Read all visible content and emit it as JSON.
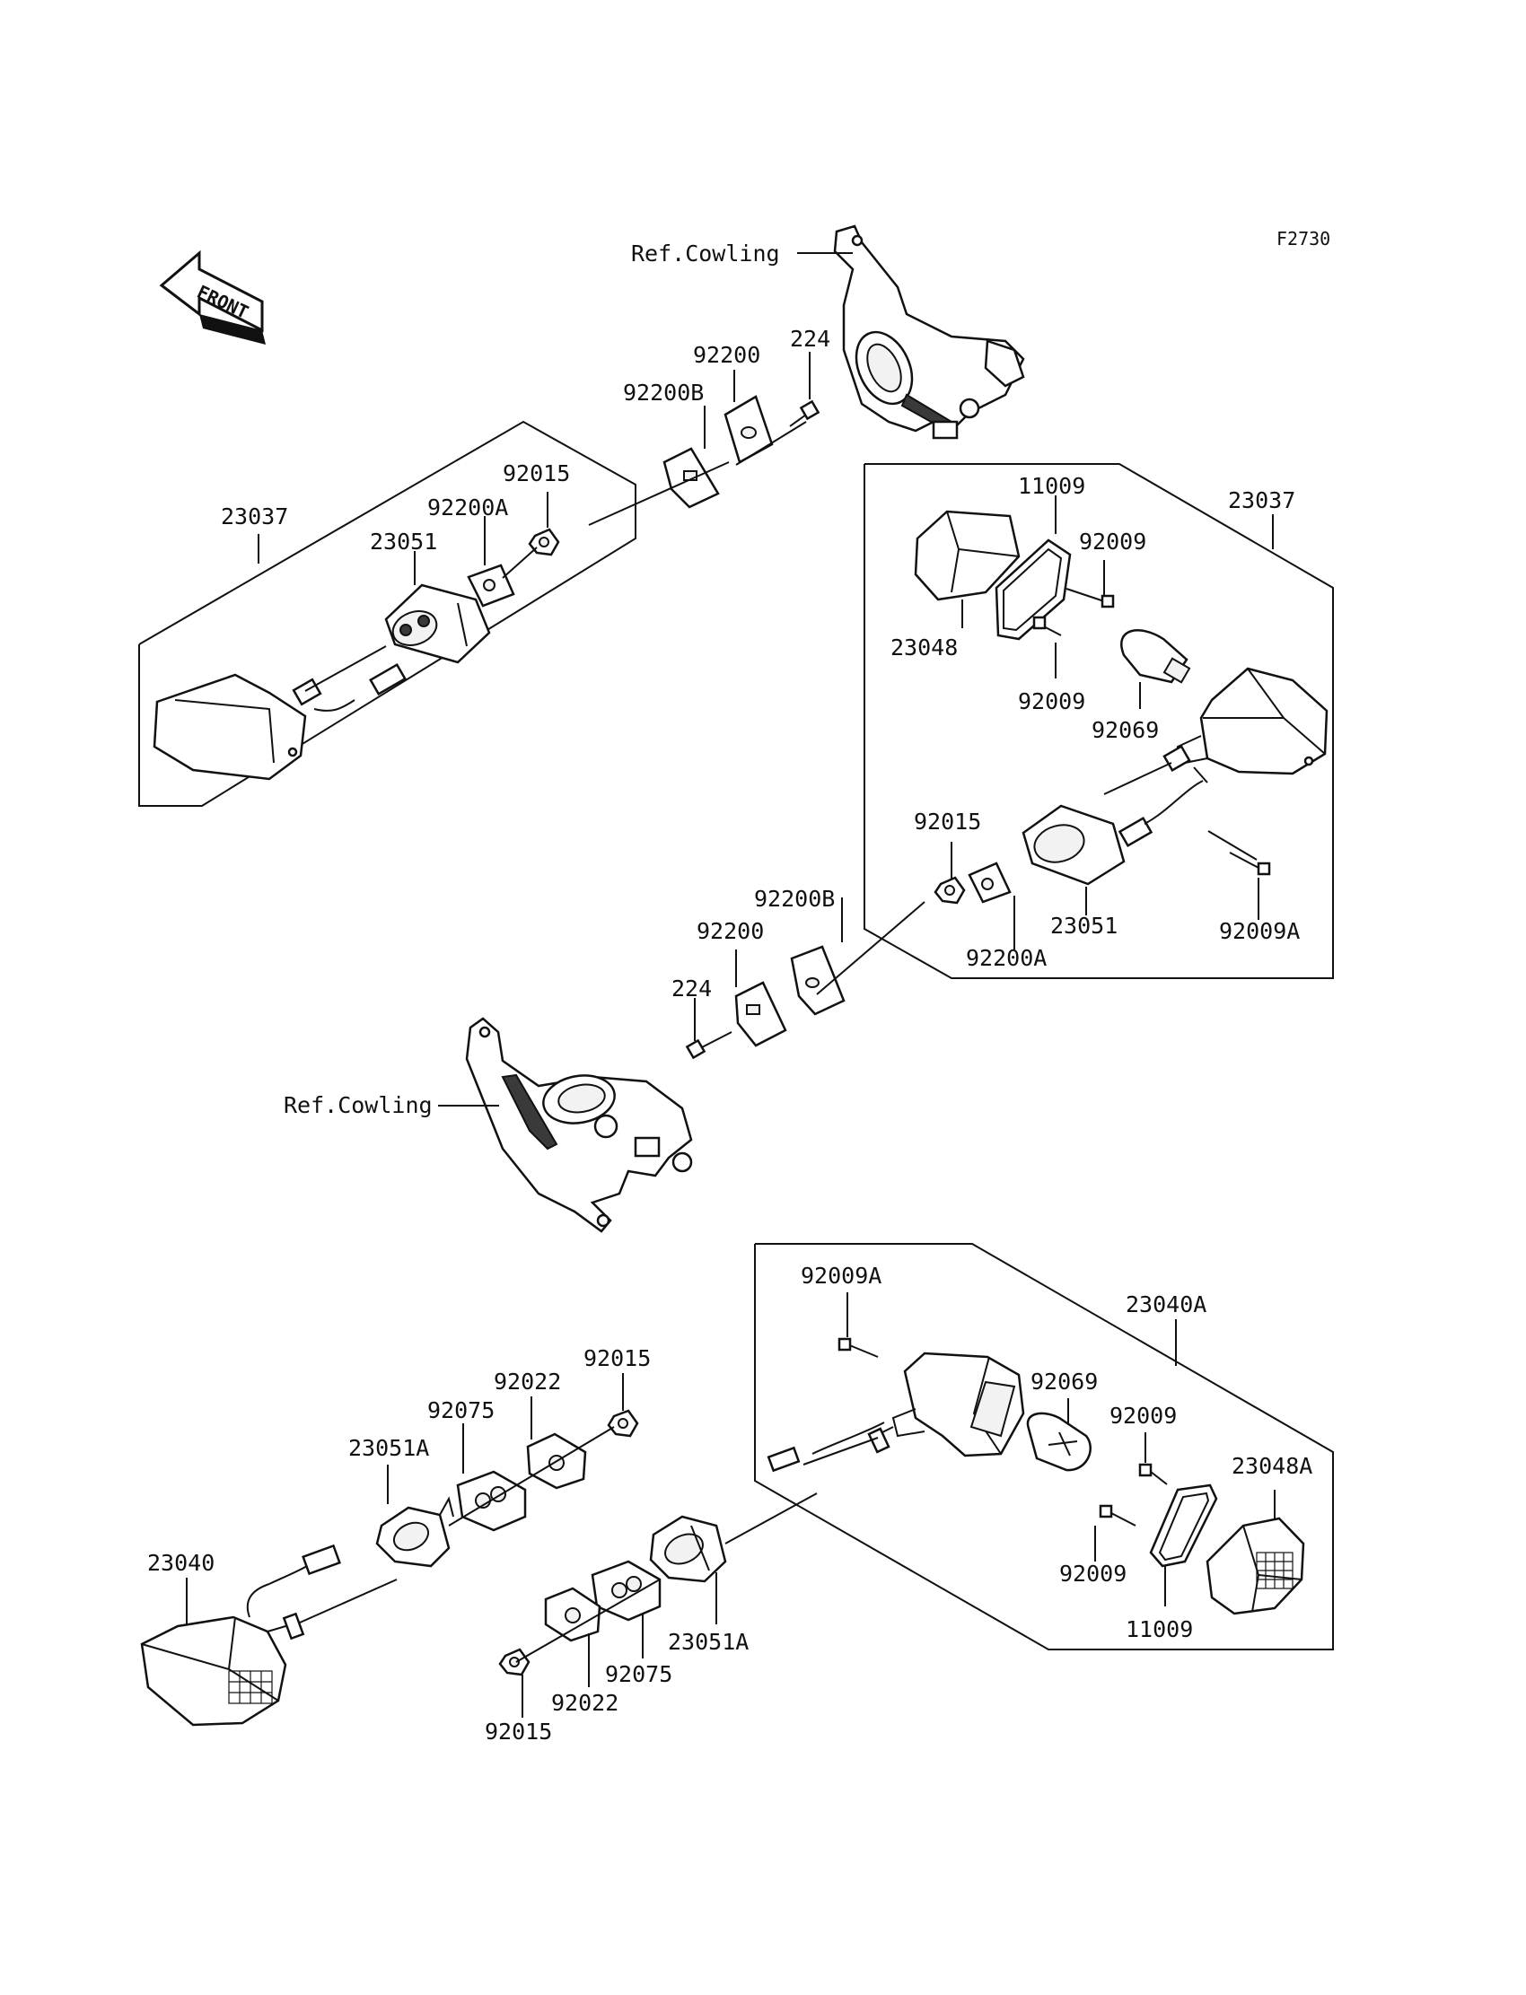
{
  "diagram": {
    "figure_code": "F2730",
    "front_arrow_label": "FRONT",
    "ref_labels": [
      "Ref.Cowling",
      "Ref.Cowling"
    ],
    "part_labels": {
      "top_left": [
        "23037",
        "23051",
        "92200A",
        "92015",
        "92200B",
        "92200",
        "224"
      ],
      "top_right": [
        "11009",
        "23037",
        "92009",
        "23048",
        "92009",
        "92069",
        "92015",
        "92200B",
        "23051",
        "92009A",
        "92200A"
      ],
      "middle": [
        "92200",
        "224"
      ],
      "bottom_left": [
        "92015",
        "92022",
        "92075",
        "23051A",
        "23040",
        "92015",
        "92022",
        "92075",
        "23051A"
      ],
      "bottom_right": [
        "92009A",
        "23040A",
        "92069",
        "92009",
        "23048A",
        "92009",
        "11009"
      ]
    }
  },
  "colors": {
    "ink": "#111111",
    "background": "#ffffff"
  }
}
